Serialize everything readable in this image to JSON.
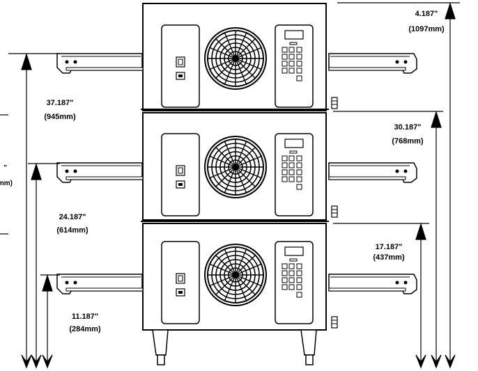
{
  "dimensions": {
    "d_4187": {
      "in": "4.187\"",
      "mm": "(1097mm)"
    },
    "d_37187": {
      "in": "37.187\"",
      "mm": "(945mm)"
    },
    "d_30187": {
      "in": "30.187\"",
      "mm": "(768mm)"
    },
    "d_24187": {
      "in": "24.187\"",
      "mm": "(614mm)"
    },
    "d_17187": {
      "in": "17.187\"",
      "mm": "(437mm)"
    },
    "d_11187": {
      "in": "11.187\"",
      "mm": "(284mm)"
    }
  },
  "cropped_label": {
    "in": "\"",
    "mm": "mm)"
  },
  "ovens": [
    {
      "name": "top-oven"
    },
    {
      "name": "middle-oven"
    },
    {
      "name": "bottom-oven"
    }
  ]
}
